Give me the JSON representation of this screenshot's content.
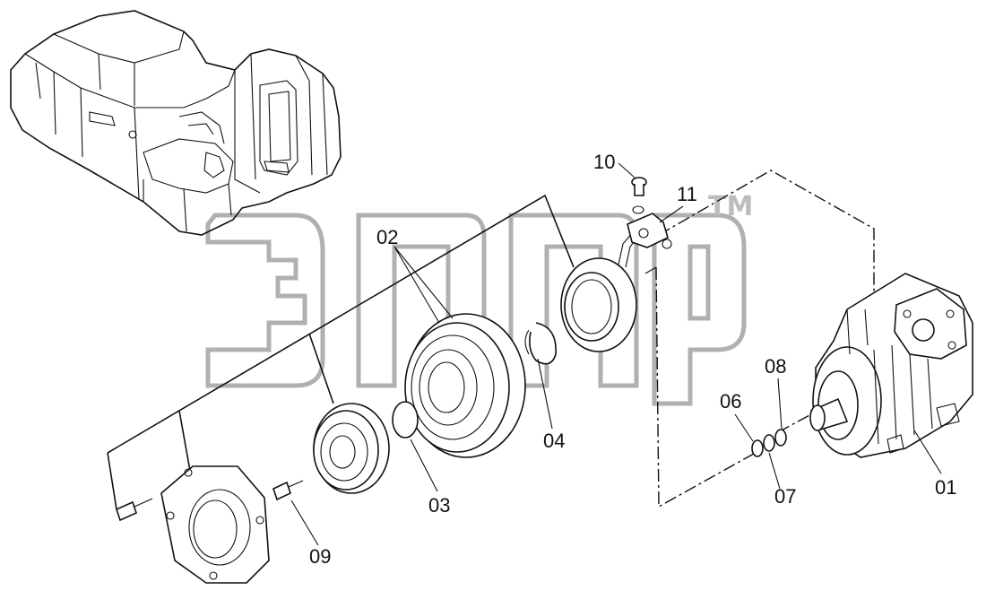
{
  "watermark": {
    "trademark": "TM"
  },
  "labels": {
    "p01": "01",
    "p02": "02",
    "p03": "03",
    "p04": "04",
    "p06": "06",
    "p07": "07",
    "p08": "08",
    "p09": "09",
    "p10": "10",
    "p11": "11"
  }
}
